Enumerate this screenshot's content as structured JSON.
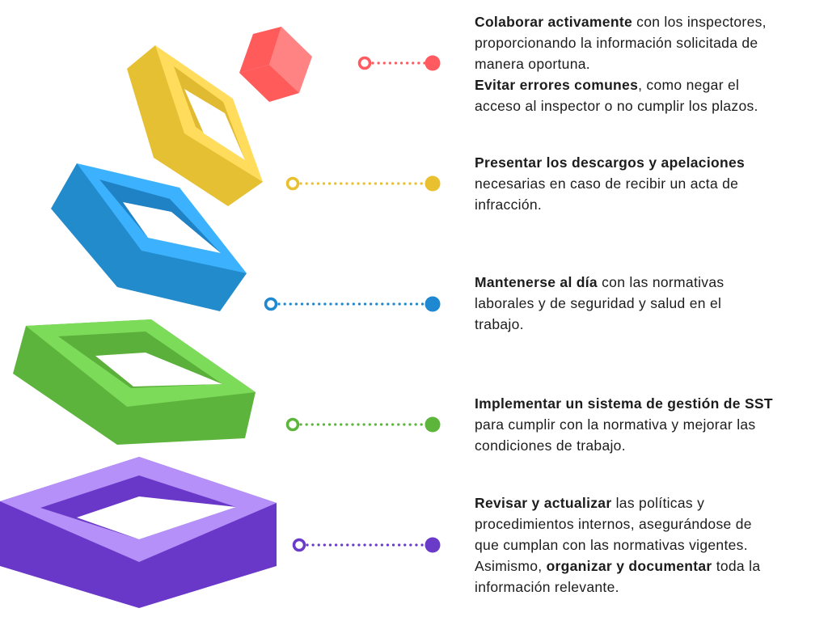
{
  "colors": {
    "red": "#FF5A5F",
    "yellow": "#E8C030",
    "blue": "#1E88D0",
    "green": "#5DB53C",
    "purple": "#6A3BC8",
    "text": "#1c1c1c"
  },
  "items": [
    {
      "color": "red",
      "lines": [
        [
          {
            "t": "Colaborar activamente",
            "b": true
          },
          {
            "t": " con los inspectores,",
            "b": false
          }
        ],
        [
          {
            "t": "proporcionando la información solicitada de",
            "b": false
          }
        ],
        [
          {
            "t": "manera oportuna.",
            "b": false
          }
        ],
        [
          {
            "t": "Evitar errores comunes",
            "b": true
          },
          {
            "t": ", como negar el",
            "b": false
          }
        ],
        [
          {
            "t": "acceso al inspector o no cumplir los plazos.",
            "b": false
          }
        ]
      ]
    },
    {
      "color": "yellow",
      "lines": [
        [
          {
            "t": "Presentar los descargos y apelaciones",
            "b": true
          }
        ],
        [
          {
            "t": "necesarias en caso de recibir un acta de",
            "b": false
          }
        ],
        [
          {
            "t": "infracción.",
            "b": false
          }
        ]
      ]
    },
    {
      "color": "blue",
      "lines": [
        [
          {
            "t": "Mantenerse al día",
            "b": true
          },
          {
            "t": " con las normativas",
            "b": false
          }
        ],
        [
          {
            "t": "laborales y de seguridad y salud en el",
            "b": false
          }
        ],
        [
          {
            "t": "trabajo.",
            "b": false
          }
        ]
      ]
    },
    {
      "color": "green",
      "lines": [
        [
          {
            "t": "Implementar un sistema de gestión de SST",
            "b": true
          }
        ],
        [
          {
            "t": "para cumplir con la normativa y mejorar las",
            "b": false
          }
        ],
        [
          {
            "t": "condiciones de trabajo.",
            "b": false
          }
        ]
      ]
    },
    {
      "color": "purple",
      "lines": [
        [
          {
            "t": "Revisar y actualizar",
            "b": true
          },
          {
            "t": " las políticas y",
            "b": false
          }
        ],
        [
          {
            "t": "procedimientos internos, asegurándose de",
            "b": false
          }
        ],
        [
          {
            "t": "que cumplan con las normativas vigentes.",
            "b": false
          }
        ],
        [
          {
            "t": "Asimismo, ",
            "b": false
          },
          {
            "t": "organizar y documentar",
            "b": true
          },
          {
            "t": " toda la",
            "b": false
          }
        ],
        [
          {
            "t": "información relevante.",
            "b": false
          }
        ]
      ]
    }
  ]
}
